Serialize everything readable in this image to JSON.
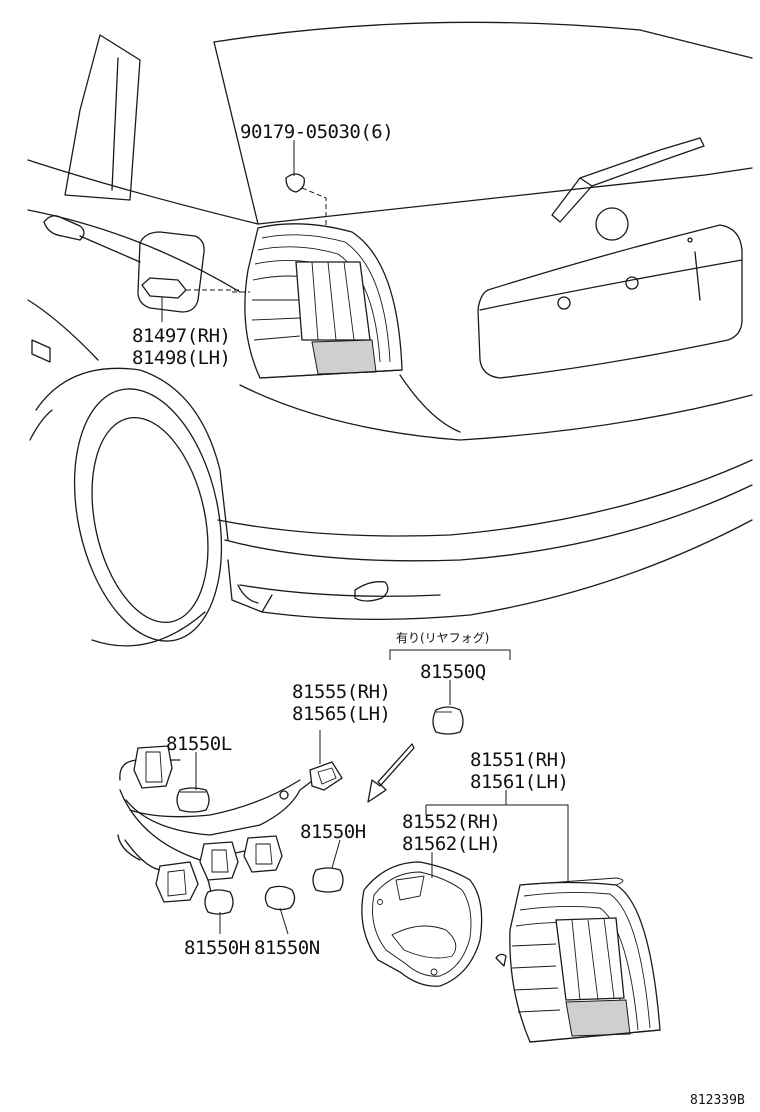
{
  "labels": {
    "bolt_nut": "90179-05030(6)",
    "socket_rh": "81497(RH)",
    "socket_lh": "81498(LH)",
    "fog_condition": "有り(リヤフォグ)",
    "bulb_q": "81550Q",
    "wire_rh": "81555(RH)",
    "wire_lh": "81565(LH)",
    "bulb_l": "81550L",
    "lens_rh": "81551(RH)",
    "lens_lh": "81561(LH)",
    "bulb_h_mid": "81550H",
    "gasket_rh": "81552(RH)",
    "gasket_lh": "81562(LH)",
    "bulb_h_bottom": "81550H",
    "bulb_n": "81550N",
    "diagram_code": "812339B"
  }
}
